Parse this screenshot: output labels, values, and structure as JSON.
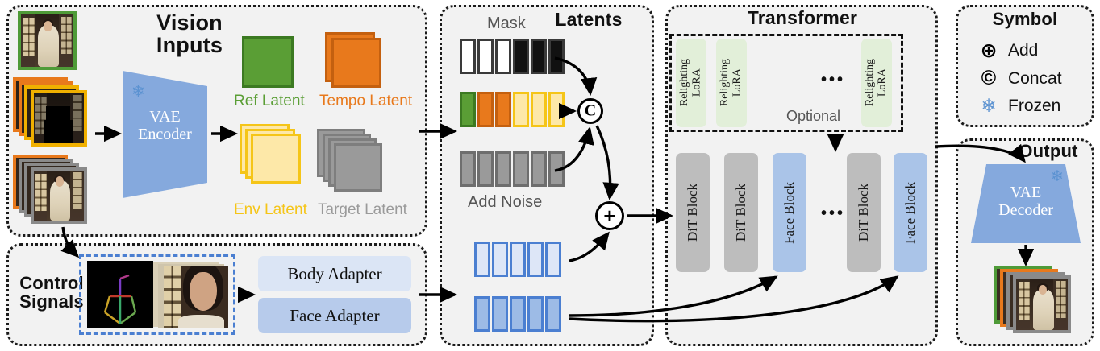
{
  "panels": {
    "vision": {
      "title": "Vision\nInputs"
    },
    "control": {
      "title": "Control\nSignals"
    },
    "latents": {
      "title": "Latents"
    },
    "transformer": {
      "title": "Transformer"
    },
    "symbol": {
      "title": "Symbol"
    },
    "output": {
      "title": "Output"
    }
  },
  "vision": {
    "encoder_label": "VAE\nEncoder",
    "frozen_icon": "snowflake-icon",
    "inputs": [
      {
        "name": "ref-image",
        "border": "#4f9b38",
        "stack": 1
      },
      {
        "name": "masked-image-stack",
        "border": "#f0b000",
        "stack": 4
      },
      {
        "name": "target-image-stack",
        "border": "#8a8a8a",
        "stack": 4
      }
    ],
    "latents": [
      {
        "label": "Ref Latent",
        "color": "#5a9e35",
        "stack": 1
      },
      {
        "label": "Tempo Latent",
        "color": "#e8791c",
        "stack": 2
      },
      {
        "label": "Env Latent",
        "color": "#f5c518",
        "fill": "#fde8a8",
        "stack": 3
      },
      {
        "label": "Target Latent",
        "color": "#9a9a9a",
        "stack": 4
      }
    ]
  },
  "control": {
    "thumbnails": [
      {
        "name": "pose-skeleton-thumb"
      },
      {
        "name": "face-crop-stack-thumb"
      }
    ],
    "adapters": [
      {
        "label": "Body Adapter",
        "color": "#dbe5f5"
      },
      {
        "label": "Face Adapter",
        "color": "#b7cbeb"
      }
    ]
  },
  "latents": {
    "mask_label": "Mask",
    "noise_label": "Add Noise",
    "concat_symbol": "C",
    "add_symbol": "+",
    "rows": [
      {
        "name": "mask-strip",
        "cells": [
          "#ffffff",
          "#ffffff",
          "#ffffff",
          "#111111",
          "#111111",
          "#111111"
        ],
        "border": "#3a3a3a"
      },
      {
        "name": "condition-latent-strip",
        "cells": [
          "#5a9e35",
          "#e8791c",
          "#e8791c",
          "#fde8a8",
          "#fde8a8",
          "#fde8a8"
        ],
        "borders": [
          "#3c7a22",
          "#c4600f",
          "#c4600f",
          "#f5c518",
          "#f5c518",
          "#f5c518"
        ]
      },
      {
        "name": "noise-latent-strip",
        "cells": [
          "#9a9a9a",
          "#9a9a9a",
          "#9a9a9a",
          "#9a9a9a",
          "#9a9a9a",
          "#9a9a9a"
        ],
        "border": "#6e6e6e"
      },
      {
        "name": "body-control-strip",
        "cells": [
          "#dde6f7",
          "#dde6f7",
          "#dde6f7",
          "#dde6f7",
          "#dde6f7"
        ],
        "border": "#4b7fd1"
      },
      {
        "name": "face-control-strip",
        "cells": [
          "#9dbbe6",
          "#9dbbe6",
          "#9dbbe6",
          "#9dbbe6",
          "#9dbbe6"
        ],
        "border": "#4b7fd1"
      }
    ]
  },
  "transformer": {
    "optional_label": "Optional",
    "ellipsis": "•••",
    "lora": [
      {
        "label": "Relighting\nLoRA",
        "color": "#e2efd9"
      },
      {
        "label": "Relighting\nLoRA",
        "color": "#e2efd9"
      },
      {
        "label": "Relighting\nLoRA",
        "color": "#e2efd9"
      }
    ],
    "blocks": [
      {
        "label": "DiT Block",
        "color": "#bdbdbd"
      },
      {
        "label": "DiT Block",
        "color": "#bdbdbd"
      },
      {
        "label": "Face Block",
        "color": "#aac4e8"
      },
      {
        "label": "DiT Block",
        "color": "#bdbdbd"
      },
      {
        "label": "Face Block",
        "color": "#aac4e8"
      }
    ]
  },
  "symbol": {
    "items": [
      {
        "glyph": "add-circle-icon",
        "label": "Add"
      },
      {
        "glyph": "concat-circle-icon",
        "label": "Concat"
      },
      {
        "glyph": "snowflake-icon",
        "label": "Frozen"
      }
    ]
  },
  "output": {
    "decoder_label": "VAE\nDecoder",
    "frozen_icon": "snowflake-icon",
    "result_stack": {
      "name": "output-video-stack",
      "colors": [
        "#4f9b38",
        "#e8791c",
        "#8a8a8a",
        "#8a8a8a"
      ]
    }
  },
  "colors": {
    "panel_bg": "#f2f2f2",
    "green": "#5a9e35",
    "orange": "#e8791c",
    "yellow": "#f5c518",
    "gray": "#9a9a9a",
    "blue": "#85a9dd",
    "lora_green": "#e2efd9"
  }
}
